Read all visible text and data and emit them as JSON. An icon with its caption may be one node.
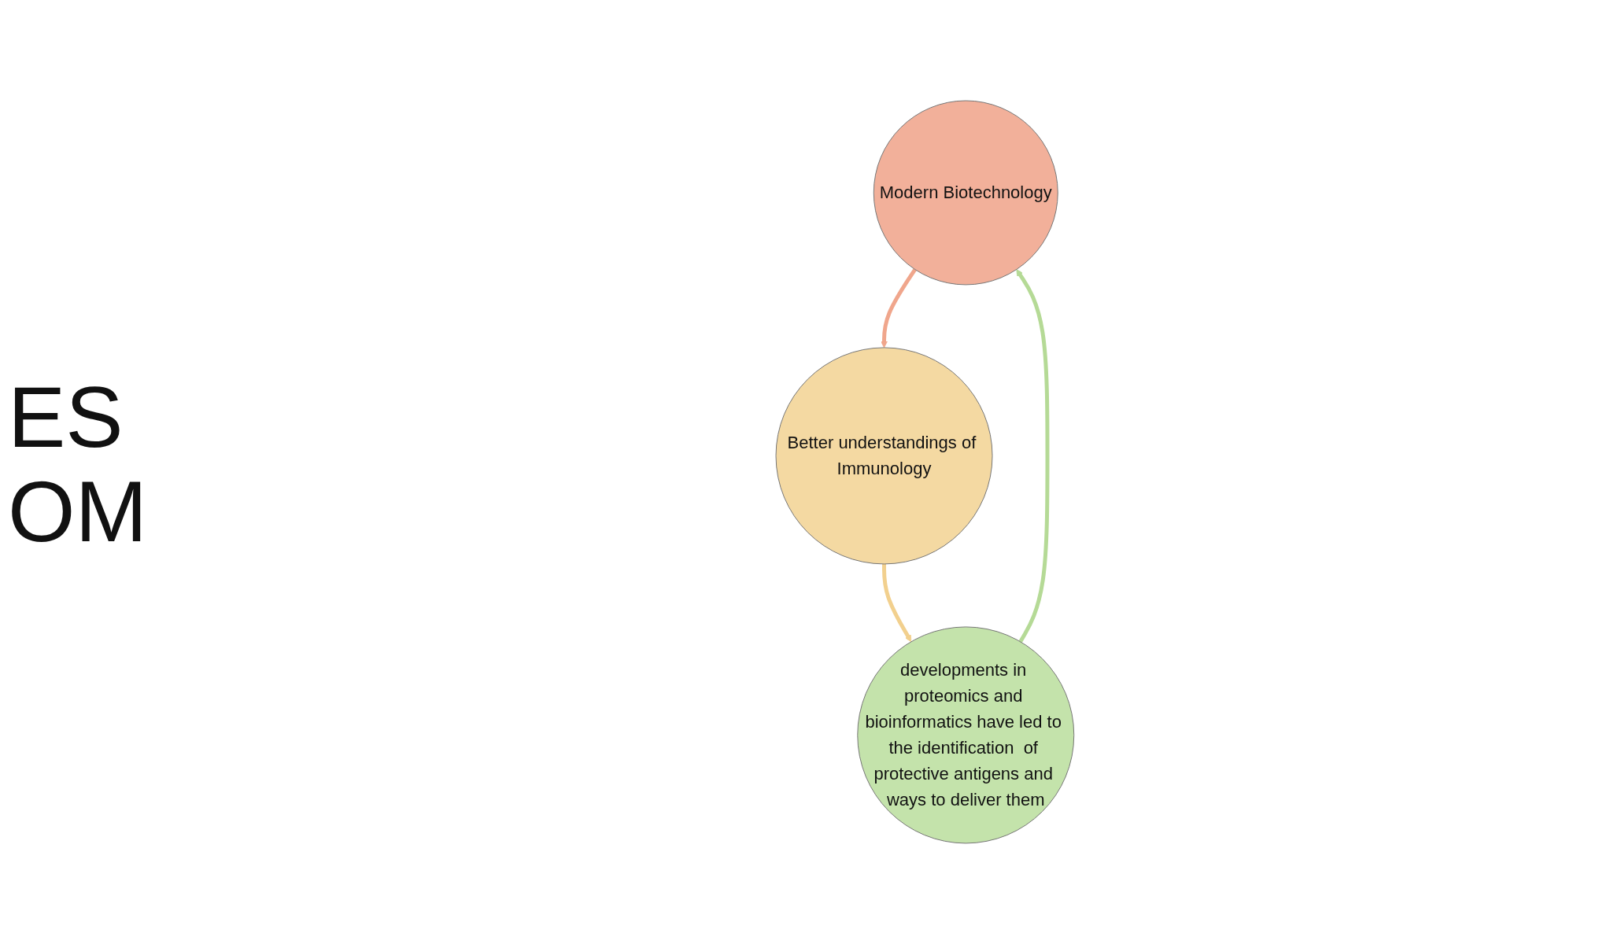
{
  "diagram": {
    "nodes": [
      {
        "text": [
          "Modern Biotechnology"
        ]
      },
      {
        "text": [
          "developments in proteomics and bioinformatics have led to the identification  of protective antigens and ways to deliver them"
        ]
      },
      {
        "text": [
          "Better understandings of Immunology"
        ]
      }
    ],
    "edges": [
      {
        "from": 0,
        "to": 2,
        "arrow": "to",
        "color": "#f0a68c"
      },
      {
        "from": 2,
        "to": 1,
        "arrow": "to",
        "color": "#f2d08e"
      },
      {
        "from": 1,
        "to": 0,
        "arrow": "to",
        "color": "#b5da96"
      }
    ],
    "labels": [
      "ES",
      "OM"
    ]
  }
}
